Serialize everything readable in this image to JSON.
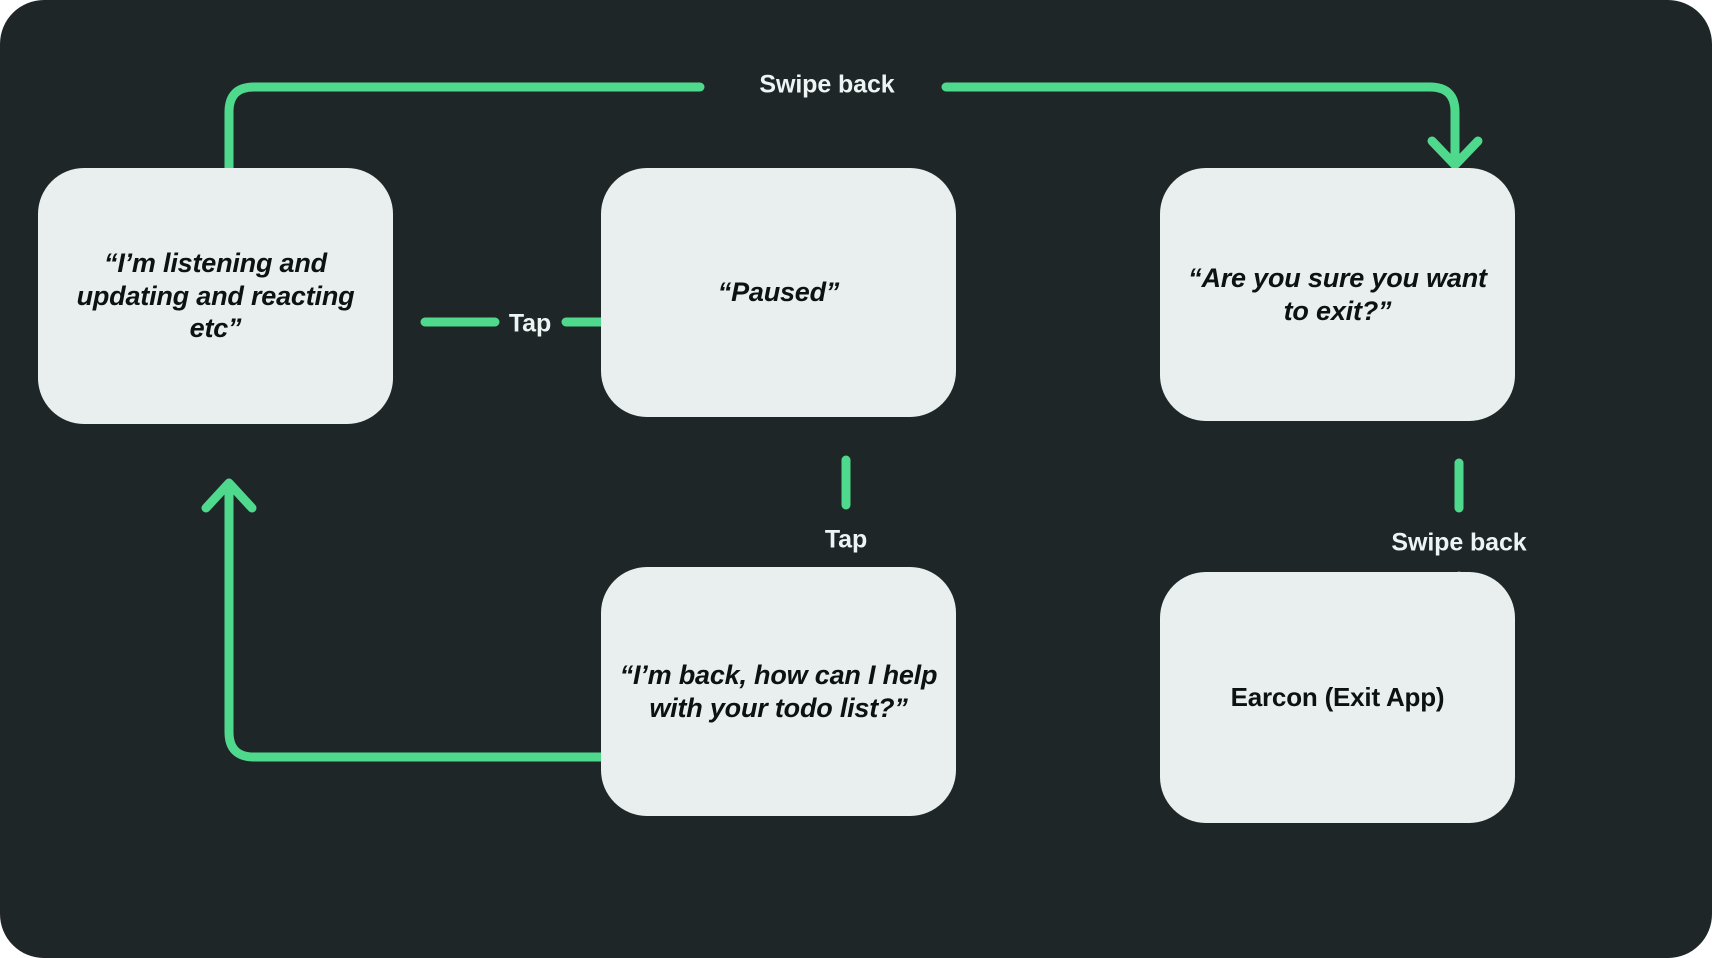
{
  "diagram": {
    "type": "flowchart",
    "background_color": "#1e2628",
    "node_color": "#e8efee",
    "node_text_color": "#0c1112",
    "arrow_color": "#4fd98c",
    "edge_label_color": "#eef3f3",
    "nodes": [
      {
        "id": "listening",
        "label": "“I’m listening and updating and reacting etc”",
        "style": "italic"
      },
      {
        "id": "paused",
        "label": "“Paused”",
        "style": "italic"
      },
      {
        "id": "exit",
        "label": "“Are you sure you want to exit?”",
        "style": "italic"
      },
      {
        "id": "back",
        "label": "“I’m back, how can I help with your todo list?”",
        "style": "italic"
      },
      {
        "id": "earcon",
        "label": "Earcon (Exit App)",
        "style": "upright"
      }
    ],
    "edges": [
      {
        "id": "listening-to-exit",
        "from": "listening",
        "to": "exit",
        "label": "Swipe back"
      },
      {
        "id": "listening-to-paused",
        "from": "listening",
        "to": "paused",
        "label": "Tap"
      },
      {
        "id": "paused-to-back",
        "from": "paused",
        "to": "back",
        "label": "Tap"
      },
      {
        "id": "back-to-listening",
        "from": "back",
        "to": "listening",
        "label": ""
      },
      {
        "id": "exit-to-earcon",
        "from": "exit",
        "to": "earcon",
        "label": "Swipe back"
      }
    ]
  }
}
